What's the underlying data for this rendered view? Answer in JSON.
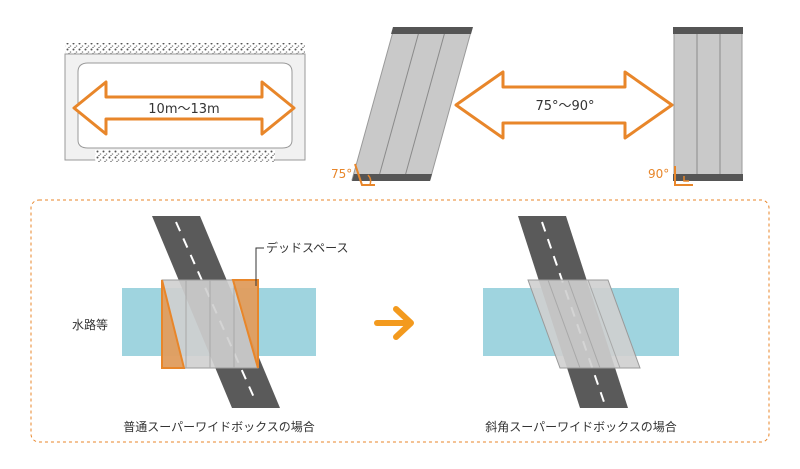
{
  "top": {
    "span_label": "10m〜13m",
    "angle_range_label": "75°〜90°",
    "angle_left_label": "75°",
    "angle_right_label": "90°"
  },
  "bottom": {
    "dead_space_label": "デッドスペース",
    "waterway_label": "水路等",
    "left_caption": "普通スーパーワイドボックスの場合",
    "right_caption": "斜角スーパーワイドボックスの場合"
  },
  "colors": {
    "orange": "#e8862a",
    "water": "#9fd4df",
    "road": "#6b6b6b",
    "deck": "#c9c9c9",
    "concrete": "#f1f1f1"
  }
}
